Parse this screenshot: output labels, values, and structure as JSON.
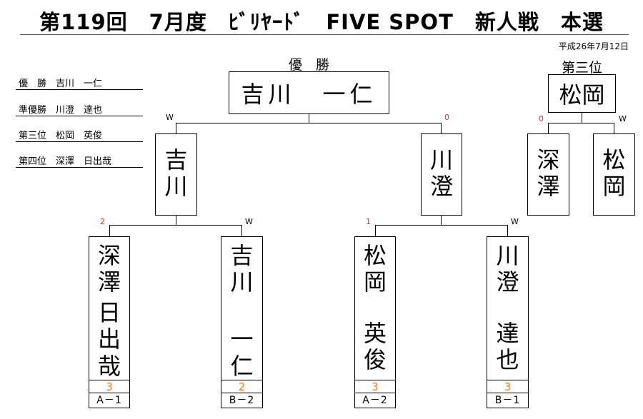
{
  "header": {
    "title": "第119回　7月度　ﾋﾞﾘﾔｰﾄﾞ　FIVE SPOT　新人戦　本選",
    "date": "平成26年7月12日"
  },
  "results": [
    {
      "rank": "優　勝",
      "name": "吉川　一仁"
    },
    {
      "rank": "準優勝",
      "name": "川澄　達也"
    },
    {
      "rank": "第三位",
      "name": "松岡　英俊"
    },
    {
      "rank": "第四位",
      "name": "深澤　日出哉"
    }
  ],
  "champion": {
    "label": "優　勝",
    "name": "吉川　一仁"
  },
  "third_place": {
    "label": "第三位",
    "name": "松岡"
  },
  "semifinal": [
    {
      "chars": [
        "吉",
        "川"
      ],
      "mark": "W"
    },
    {
      "chars": [
        "川",
        "澄"
      ],
      "mark": "0"
    }
  ],
  "third_match": [
    {
      "chars": [
        "深",
        "澤"
      ],
      "mark": "0"
    },
    {
      "chars": [
        "松",
        "岡"
      ],
      "mark": "W"
    }
  ],
  "first_round": [
    {
      "surname": [
        "深",
        "澤"
      ],
      "given": [
        "日",
        "出",
        "哉"
      ],
      "mark": "2",
      "score": "3",
      "block": "A－1"
    },
    {
      "surname": [
        "吉",
        "川"
      ],
      "given": [
        "一",
        "仁"
      ],
      "mark": "W",
      "score": "2",
      "block": "B－2"
    },
    {
      "surname": [
        "松",
        "岡"
      ],
      "given": [
        "英",
        "俊"
      ],
      "mark": "1",
      "score": "3",
      "block": "A－2"
    },
    {
      "surname": [
        "川",
        "澄"
      ],
      "given": [
        "達",
        "也"
      ],
      "mark": "W",
      "score": "3",
      "block": "B－1"
    }
  ],
  "colors": {
    "loser_mark": "#e8301c",
    "score": "#ff7b12"
  }
}
